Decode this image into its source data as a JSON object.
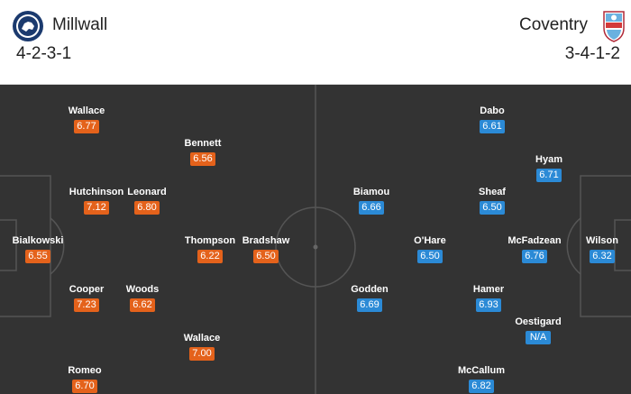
{
  "home": {
    "name": "Millwall",
    "formation": "4-2-3-1",
    "crest_icon": "millwall-lion-crest-icon",
    "players": [
      {
        "name": "Wallace",
        "rating": "6.77"
      },
      {
        "name": "Bennett",
        "rating": "6.56"
      },
      {
        "name": "Hutchinson",
        "rating": "7.12"
      },
      {
        "name": "Leonard",
        "rating": "6.80"
      },
      {
        "name": "Bialkowski",
        "rating": "6.55"
      },
      {
        "name": "Thompson",
        "rating": "6.22"
      },
      {
        "name": "Bradshaw",
        "rating": "6.50"
      },
      {
        "name": "Cooper",
        "rating": "7.23"
      },
      {
        "name": "Woods",
        "rating": "6.62"
      },
      {
        "name": "Wallace",
        "rating": "7.00"
      },
      {
        "name": "Romeo",
        "rating": "6.70"
      }
    ]
  },
  "away": {
    "name": "Coventry",
    "formation": "3-4-1-2",
    "crest_icon": "coventry-elephant-crest-icon",
    "players": [
      {
        "name": "Dabo",
        "rating": "6.61"
      },
      {
        "name": "Hyam",
        "rating": "6.71"
      },
      {
        "name": "Biamou",
        "rating": "6.66"
      },
      {
        "name": "Sheaf",
        "rating": "6.50"
      },
      {
        "name": "O'Hare",
        "rating": "6.50"
      },
      {
        "name": "McFadzean",
        "rating": "6.76"
      },
      {
        "name": "Wilson",
        "rating": "6.32"
      },
      {
        "name": "Godden",
        "rating": "6.69"
      },
      {
        "name": "Hamer",
        "rating": "6.93"
      },
      {
        "name": "Oestigard",
        "rating": "N/A"
      },
      {
        "name": "McCallum",
        "rating": "6.82"
      }
    ]
  },
  "colors": {
    "pitch": "#333333",
    "home_rating": "#e4621b",
    "away_rating": "#2b8ad6"
  }
}
